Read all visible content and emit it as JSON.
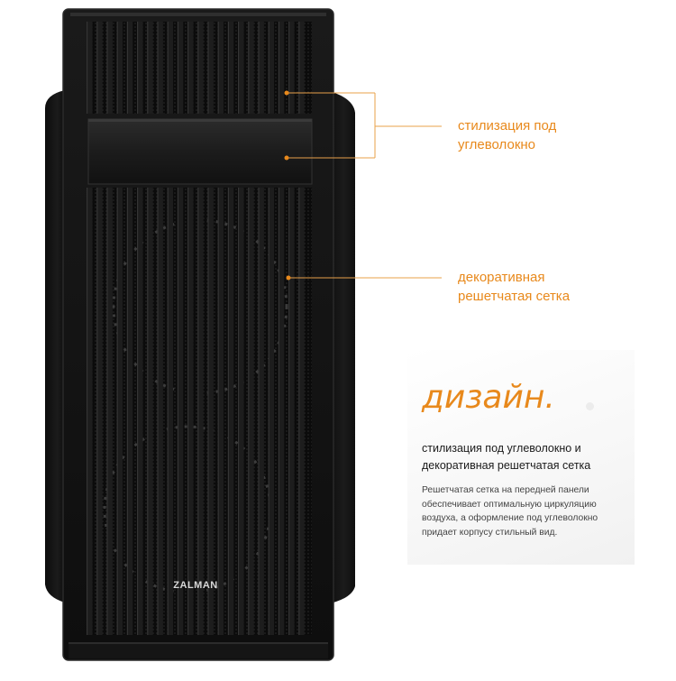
{
  "product": {
    "brand": "ZALMAN",
    "colors": {
      "accent": "#e8891c",
      "case_body": "#141414",
      "case_edge": "#2a2a2a",
      "text_dark": "#1a1a1a",
      "text_body": "#444444"
    }
  },
  "callouts": [
    {
      "text": "стилизация под\nуглеволокно"
    },
    {
      "text": "декоративная\nрешетчатая сетка"
    }
  ],
  "design": {
    "heading": "дизайн.",
    "subtitle": "стилизация под углеволокно и\nдекоративная решетчатая сетка",
    "body": "Решетчатая сетка на передней панели\nобеспечивает оптимальную циркуляцию\nвоздуха, а оформление под углеволокно\nпридает корпусу стильный вид."
  }
}
